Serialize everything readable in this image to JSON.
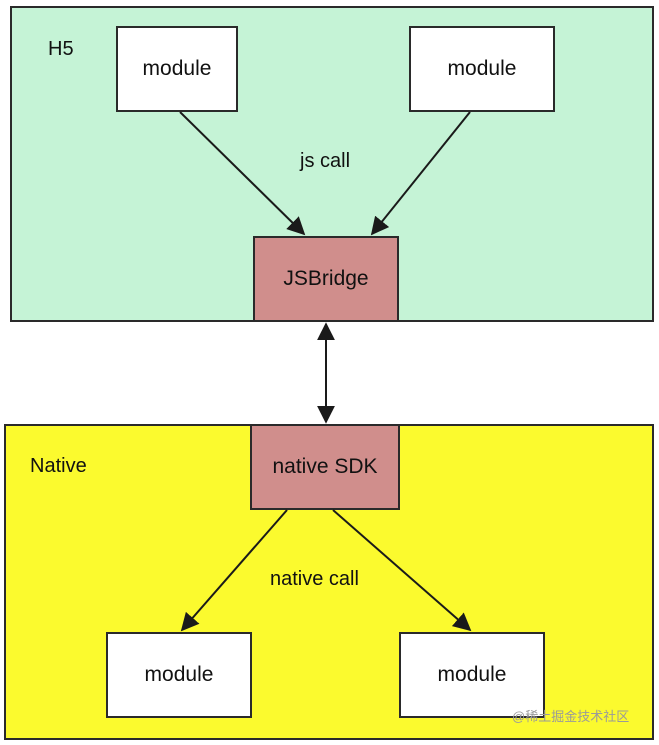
{
  "h5": {
    "label": "H5",
    "fill": "#c5f3d6",
    "modules": [
      "module",
      "module"
    ],
    "bridge": "JSBridge",
    "call_label": "js call"
  },
  "native": {
    "label": "Native",
    "fill": "#fbfa2e",
    "sdk": "native SDK",
    "modules": [
      "module",
      "module"
    ],
    "call_label": "native call"
  },
  "watermark": "@稀土掘金技术社区",
  "colors": {
    "bridge_fill": "#d08e8c",
    "module_fill": "#ffffff",
    "line": "#1a1a1a"
  }
}
